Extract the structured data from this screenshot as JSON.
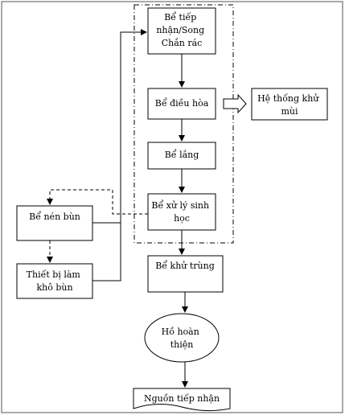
{
  "diagram": {
    "nodes": {
      "tiep_nhan": {
        "lines": [
          "Bể tiếp",
          "nhận/Song",
          "Chắn rác"
        ]
      },
      "dieu_hoa": {
        "lines": [
          "Bể điều hòa"
        ]
      },
      "he_thong_khu_mui": {
        "lines": [
          "Hệ thống khử",
          "mùi"
        ]
      },
      "lang": {
        "lines": [
          "Bể lắng"
        ]
      },
      "xu_ly_sinh_hoc": {
        "lines": [
          "Bể xử lý sinh",
          "học"
        ]
      },
      "nen_bun": {
        "lines": [
          "Bể nén bùn"
        ]
      },
      "thiet_bi_lam_kho_bun": {
        "lines": [
          "Thiết bị làm",
          "khô bùn"
        ]
      },
      "khu_trung": {
        "lines": [
          "Bể khử trùng"
        ]
      },
      "ho_hoan_thien": {
        "lines": [
          "Hồ hoàn",
          "thiện"
        ]
      },
      "nguon_tiep_nhan": {
        "lines": [
          "Nguồn tiếp nhận"
        ]
      }
    }
  }
}
